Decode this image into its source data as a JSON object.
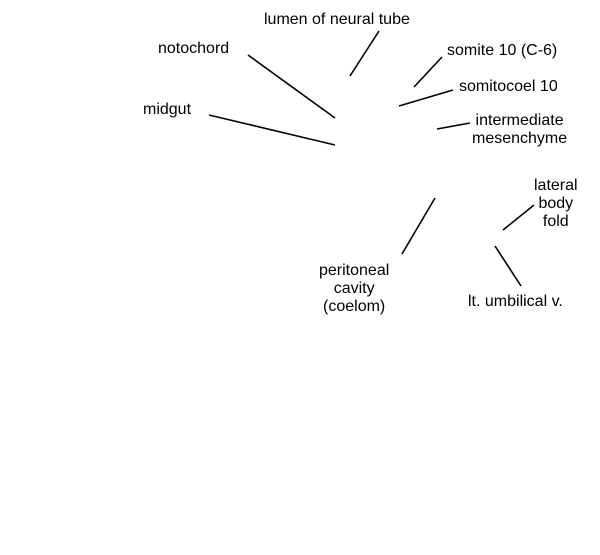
{
  "diagram": {
    "line_color": "#000000",
    "labels": {
      "lumen_of_neural_tube": "lumen of neural tube",
      "notochord": "notochord",
      "somite_10": "somite 10 (C-6)",
      "somitocoel_10": "somitocoel 10",
      "midgut": "midgut",
      "intermediate_mesenchyme": [
        "intermediate",
        "mesenchyme"
      ],
      "lateral_body_fold": [
        "lateral",
        "body",
        "fold"
      ],
      "peritoneal_cavity": [
        "peritoneal",
        "cavity",
        "(coelom)"
      ],
      "lt_umbilical_v": "lt. umbilical v."
    }
  }
}
